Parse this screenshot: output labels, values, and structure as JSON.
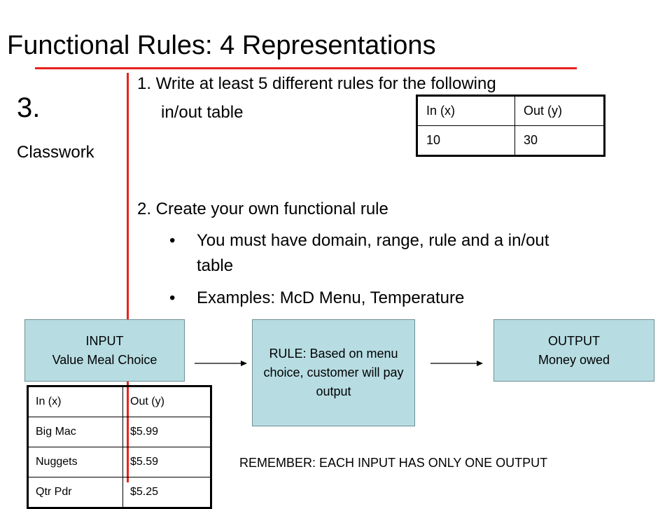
{
  "header": {
    "title": "Functional Rules: 4 Representations"
  },
  "side": {
    "number": "3.",
    "label": "Classwork"
  },
  "tasks": {
    "task1_line1": "1. Write at least 5 different rules for the following",
    "task1_line2": "in/out table",
    "task2": "2. Create your own functional rule",
    "bullet1_line1": "You must have domain, range, rule and a in/out",
    "bullet1_line2": "table",
    "bullet2": "Examples:  McD Menu, Temperature"
  },
  "table1": {
    "headers": [
      "In (x)",
      "Out (y)"
    ],
    "rows": [
      [
        "10",
        "30"
      ]
    ]
  },
  "diagram": {
    "input_line1": "INPUT",
    "input_line2": "Value Meal Choice",
    "rule_text": "RULE: Based on menu choice, customer will pay output",
    "output_line1": "OUTPUT",
    "output_line2": "Money owed"
  },
  "table2": {
    "headers": [
      "In (x)",
      "Out (y)"
    ],
    "rows": [
      [
        "Big Mac",
        "$5.99"
      ],
      [
        "Nuggets",
        "$5.59"
      ],
      [
        "Qtr Pdr",
        "$5.25"
      ]
    ]
  },
  "footer": {
    "remember": "REMEMBER: EACH INPUT HAS ONLY ONE OUTPUT"
  },
  "colors": {
    "accent_red": "#e8221c",
    "box_fill": "#b7dde3"
  },
  "icons": {
    "bullet": "bullet-dot",
    "arrow": "right-arrow-icon"
  }
}
